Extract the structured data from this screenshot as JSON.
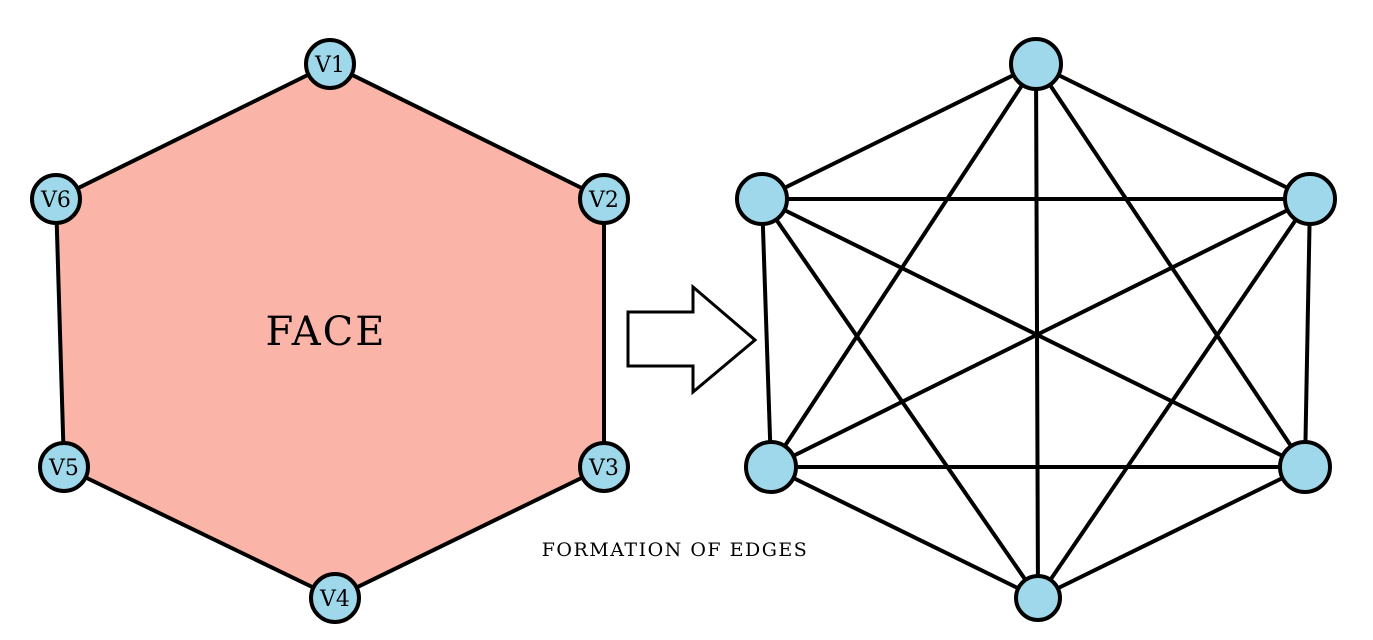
{
  "face": {
    "label": "FACE",
    "fill_color": "#fab4a8"
  },
  "vertices": [
    {
      "label": "V1"
    },
    {
      "label": "V2"
    },
    {
      "label": "V3"
    },
    {
      "label": "V4"
    },
    {
      "label": "V5"
    },
    {
      "label": "V6"
    }
  ],
  "vertex_color": "#9fd8ea",
  "caption": "FORMATION OF EDGES",
  "arrow_icon": "right-arrow-outline-icon",
  "complete_graph": {
    "vertex_count": 6,
    "edges": "all pairs connected"
  }
}
